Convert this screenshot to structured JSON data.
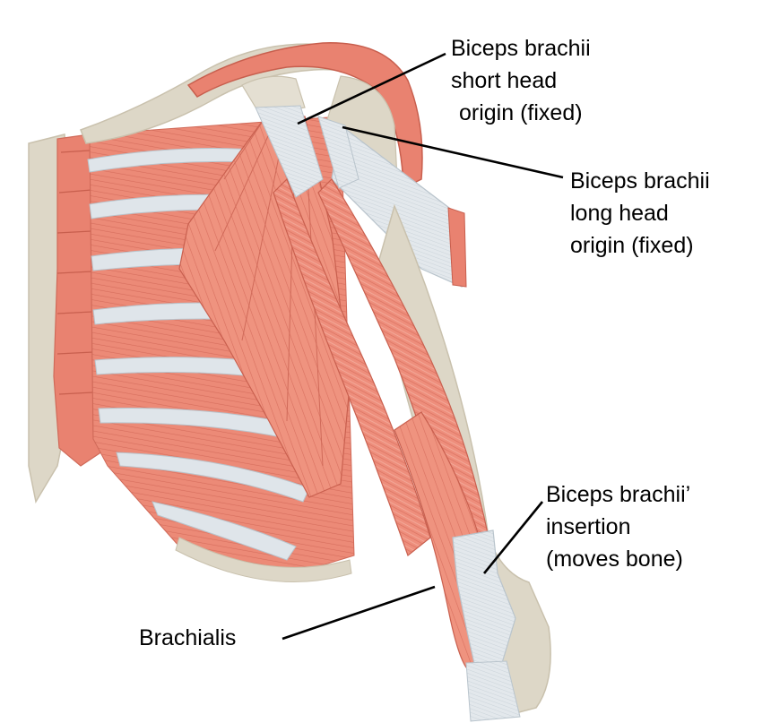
{
  "labels": {
    "short_head": {
      "line1": "Biceps brachii",
      "line2": "short head",
      "line3": "origin (fixed)"
    },
    "long_head": {
      "line1": "Biceps brachii",
      "line2": "long head",
      "line3": "origin  (fixed)"
    },
    "insertion": {
      "line1": "Biceps brachii’",
      "line2": "insertion",
      "line3": "(moves bone)"
    },
    "brachialis": "Brachialis"
  },
  "colors": {
    "muscle": "#ee8e7c",
    "muscle_dark": "#d9705f",
    "muscle_light": "#f4ad9e",
    "tendon": "#dfe5ea",
    "tendon_shadow": "#b9c4cc",
    "bone": "#ddd7c7",
    "bone_shadow": "#c9c1ad",
    "leader_line": "#000000"
  }
}
